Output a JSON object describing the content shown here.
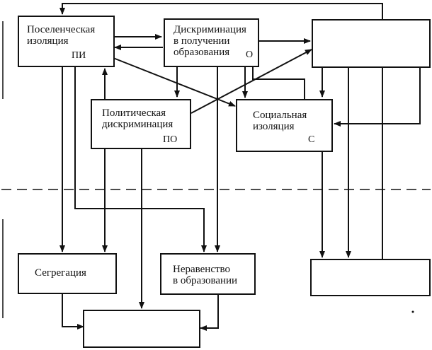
{
  "nodes": {
    "settlement": {
      "label": "Поселенческая\nизоляция",
      "code": "ПИ"
    },
    "education_discrimination": {
      "label": "Дискриминация\nв получении\nобразования",
      "code": "О"
    },
    "outcome_top_right": {
      "label": ""
    },
    "political": {
      "label": "Политическая\nдискриминация",
      "code": "ПО"
    },
    "social": {
      "label": "Социальная\nизоляция",
      "code": "С"
    },
    "segregation": {
      "label": "Сегрегация"
    },
    "inequality": {
      "label": "Неравенство\nв образовании"
    },
    "outcome_bottom_right": {
      "label": ""
    },
    "outcome_bottom_center": {
      "label": ""
    }
  }
}
